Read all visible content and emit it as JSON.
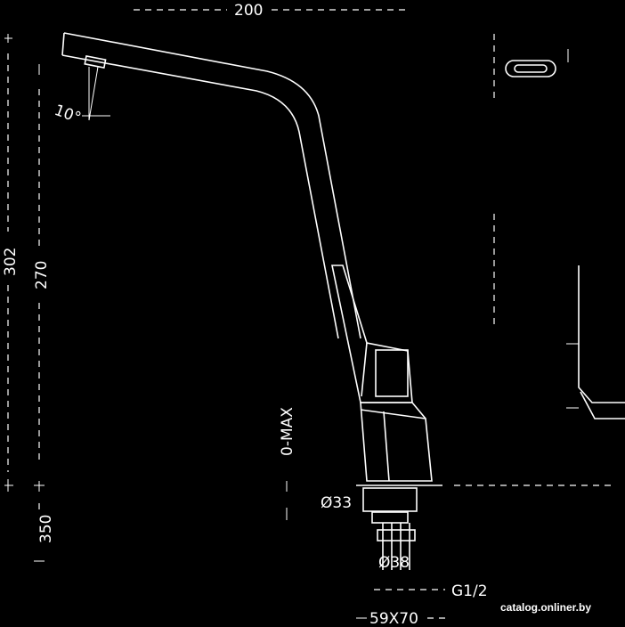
{
  "drawing": {
    "dimensions": {
      "spout_length": "200",
      "outlet_angle": "10°",
      "total_height": "302",
      "spout_clearance": "270",
      "rotation": "0-MAX",
      "mount_hole": "Ø33",
      "under_counter": "350",
      "body_diameter": "Ø38",
      "thread": "G1/2",
      "base_size": "59X70"
    },
    "watermark": "catalog.onliner.by"
  }
}
